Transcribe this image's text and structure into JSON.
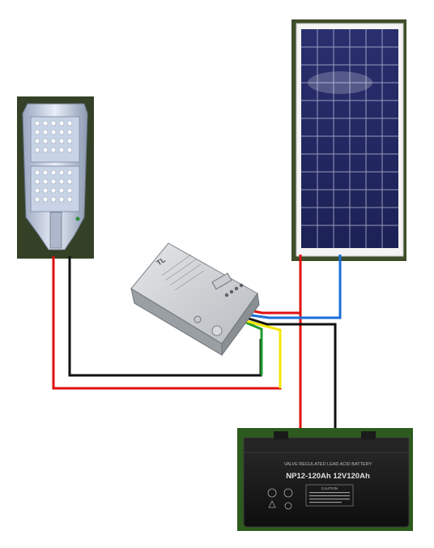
{
  "diagram": {
    "components": {
      "street_light": {
        "icon": "led-street-light-icon"
      },
      "solar_panel": {
        "icon": "solar-panel-icon"
      },
      "charge_controller": {
        "icon": "charge-controller-icon",
        "brand_text": "TL"
      },
      "battery": {
        "icon": "battery-icon",
        "header_text": "VALVE REGULATED LEAD ACID BATTERY",
        "model_text": "NP12-120Ah  12V120Ah",
        "caution_text": "CAUTION"
      }
    },
    "wire_colors": {
      "red": "#e01010",
      "black": "#111111",
      "blue": "#1a6fd8",
      "green": "#1e9a2c",
      "yellow": "#f2e600"
    }
  }
}
